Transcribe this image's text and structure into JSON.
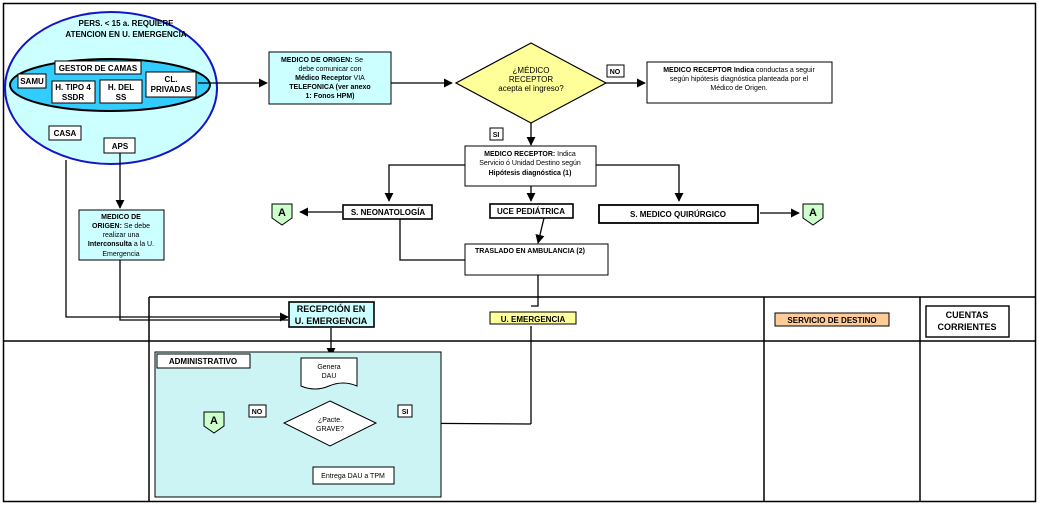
{
  "colors": {
    "light_blue": "#ccffff",
    "ellipse_fill": "#33ccff",
    "ellipse_stroke": "#1515c8",
    "yellow": "#ffff99",
    "lane_green": "#ccffcc",
    "orange": "#ffcc99",
    "admin_fill": "#ccf4f4",
    "doc_fill": "#ffffff",
    "line": "#000000"
  },
  "origin": {
    "title_1": "PERS. < 15 a. REQUIERE",
    "title_2": "ATENCION EN U. EMERGENCIA",
    "gestor": "GESTOR DE CAMAS",
    "samu": "SAMU",
    "h_tipo_1": "H. TIPO 4",
    "h_tipo_2": "SSDR",
    "h_del_1": "H. DEL",
    "h_del_2": "SS",
    "cl_1": "CL.",
    "cl_2": "PRIVADAS",
    "casa": "CASA",
    "aps": "APS"
  },
  "medico_origen_phone": {
    "l1_bold": "MEDICO DE ORIGEN:",
    "l1_rest": " Se",
    "l2": "debe comunicar con",
    "l3_bold": "Médico Receptor",
    "l3_rest": " VIA",
    "l4": "TELEFONICA (ver anexo",
    "l5": "1: Fonos HPM)"
  },
  "decision_receptor": {
    "l1": "¿MÉDICO",
    "l2": "RECEPTOR",
    "l3": "acepta el ingreso?"
  },
  "no_label": "NO",
  "si_label": "SI",
  "medico_receptor_no": {
    "l1_bold": "MEDICO RECEPTOR Indica",
    "l1_rest": " conductas  a seguir",
    "l2": "según hipótesis  diagnóstica planteada  por el",
    "l3": "Médico de Origen."
  },
  "medico_receptor_si": {
    "l1_bold": "MEDICO RECEPTOR:",
    "l1_rest": " Indica",
    "l2": "Servicio ó Unidad  Destino según",
    "l3": "Hipótesis diagnóstica  (1)"
  },
  "neonatologia": "S. NEONATOLOGÍA",
  "uce": "UCE PEDIÁTRICA",
  "medico_quirurgico": "S. MEDICO QUIRÚRGICO",
  "connector_a": "A",
  "traslado": "TRASLADO EN AMBULANCIA (2)",
  "medico_origen_inter": {
    "l1": "MEDICO DE",
    "l2_bold": "ORIGEN:",
    "l2_rest": " Se debe",
    "l3": "realizar una",
    "l4_bold": "Interconsulta",
    "l4_rest": " a la U.",
    "l5": "Emergencia"
  },
  "lanes": {
    "recepcion_1": "RECEPCIÓN EN",
    "recepcion_2": "U. EMERGENCIA",
    "u_emergencia": "U. EMERGENCIA",
    "servicio_destino": "SERVICIO DE DESTINO",
    "cuentas_1": "CUENTAS",
    "cuentas_2": "CORRIENTES"
  },
  "admin": {
    "title": "ADMINISTRATIVO",
    "genera_1": "Genera",
    "genera_2": "DAU",
    "pacte_1": "¿Pacte.",
    "pacte_2": "GRAVE?",
    "entrega": "Entrega DAU a TPM"
  }
}
